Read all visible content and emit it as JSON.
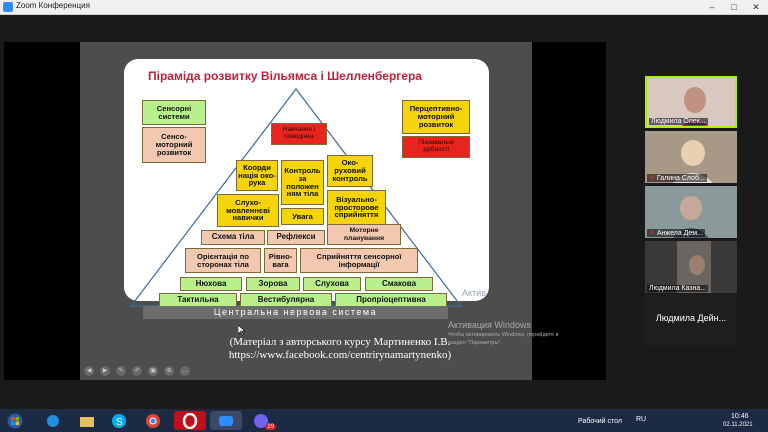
{
  "window": {
    "title": "Zoom Конференция",
    "min": "–",
    "max": "□",
    "close": "✕"
  },
  "slide": {
    "title": "Піраміда розвитку Вільямса і Шелленбергера",
    "left_boxes": [
      "Сенсорні\nсистеми",
      "Сенсо-\nмоторний\nрозвиток"
    ],
    "right_boxes": [
      "Перцептивно-\nмоторний\nрозвиток",
      "Пізнавальні\nздібності"
    ],
    "apex": "Навчання і\nповедінка",
    "row_coord": [
      "Коорди\nнація око-\nрука",
      "Контроль\nза\nположен\nням тіла",
      "Око-\nруховий\nконтроль"
    ],
    "row_speech": [
      "Слухо-\nмовленнєві\nнавички",
      "Увага",
      "Візуально-\nпросторове\nсприйняття"
    ],
    "row_body": [
      "Схема тіла",
      "Рефлекси",
      "Моторне\nпланування"
    ],
    "row_orient": [
      "Орієнтація по\nсторонах тіла",
      "Рівно-\nвага",
      "Сприйняття сенсорної\nінформації"
    ],
    "row_senses": [
      "Нюхова",
      "Зорова",
      "Слухова",
      "Смакова"
    ],
    "row_base": [
      "Тактильна",
      "Вестибулярна",
      "Пропріоцептивна"
    ],
    "foundation": "Центральна нервова система",
    "caption_line1": "(Матеріал з авторського курсу Мартиненко І.В.",
    "caption_line2": "https://www.facebook.com/centrirynamartynenko)",
    "watermark_small": "Актив",
    "watermark_title": "Активация Windows",
    "watermark_line1": "Чтобы активировать Windows, перейдите в",
    "watermark_line2": "раздел \"Параметры\"."
  },
  "toolbar_icons": [
    "prev-icon",
    "next-icon",
    "pen-icon",
    "edit-icon",
    "screen-icon",
    "zoom-icon",
    "more-icon"
  ],
  "participants": [
    {
      "name": "Людмила Олек...",
      "muted": false,
      "active": true,
      "video": true,
      "color": "#c09080"
    },
    {
      "name": "Галина Слоб...",
      "muted": true,
      "active": false,
      "video": true,
      "color": "#b89a7a"
    },
    {
      "name": "Анжела Дем...",
      "muted": true,
      "active": false,
      "video": true,
      "color": "#7a8a8a"
    },
    {
      "name": "Людмила Казна...",
      "muted": false,
      "active": false,
      "video": true,
      "color": "#6a6a6a"
    },
    {
      "name": "Людмила Дейн...",
      "muted": false,
      "active": false,
      "video": false,
      "color": "#1e1e1e"
    }
  ],
  "taskbar": {
    "apps": [
      "windows-start",
      "explorer",
      "folder",
      "skype",
      "chrome",
      "opera",
      "zoom",
      "viber"
    ],
    "viber_badge": "29",
    "desktop_label": "Рабочий стол",
    "lang": "RU",
    "time": "10:46",
    "date": "02.11.2021"
  }
}
